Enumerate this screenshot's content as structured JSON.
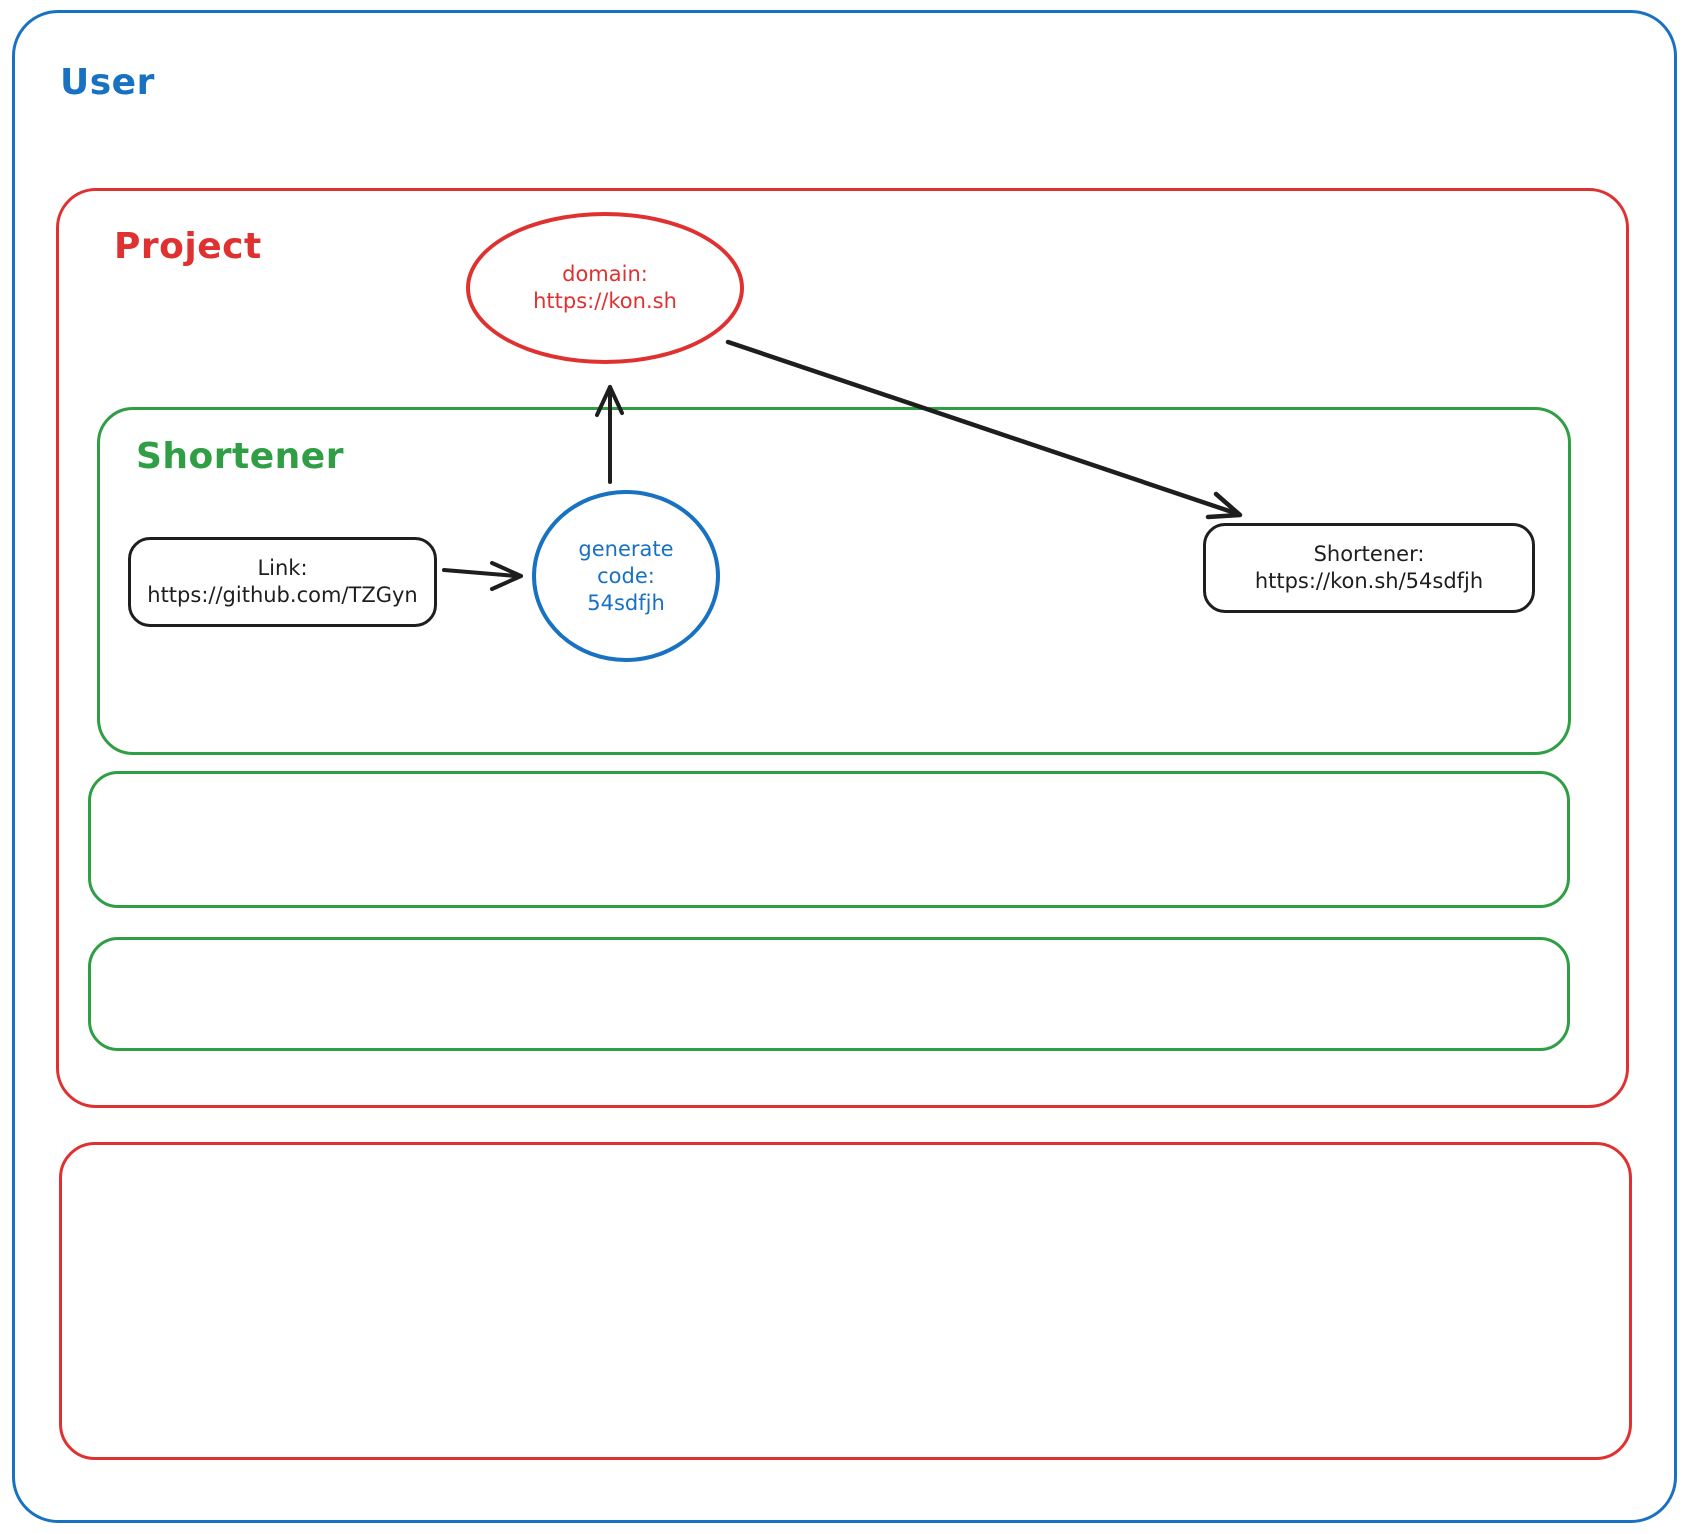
{
  "colors": {
    "user_blue": "#1971c2",
    "project_red": "#e03131",
    "shortener_green": "#2f9e44",
    "ink_black": "#1e1e1e"
  },
  "user_box": {
    "label": "User"
  },
  "project_box": {
    "label": "Project"
  },
  "shortener_box": {
    "label": "Shortener"
  },
  "domain_ellipse": {
    "lines": [
      "domain:",
      "https://kon.sh"
    ]
  },
  "link_box": {
    "lines": [
      "Link:",
      "https://github.com/TZGyn"
    ]
  },
  "generate_circle": {
    "lines": [
      "generate",
      "code:",
      "54sdfjh"
    ]
  },
  "result_box": {
    "lines": [
      "Shortener:",
      "https://kon.sh/54sdfjh"
    ]
  }
}
